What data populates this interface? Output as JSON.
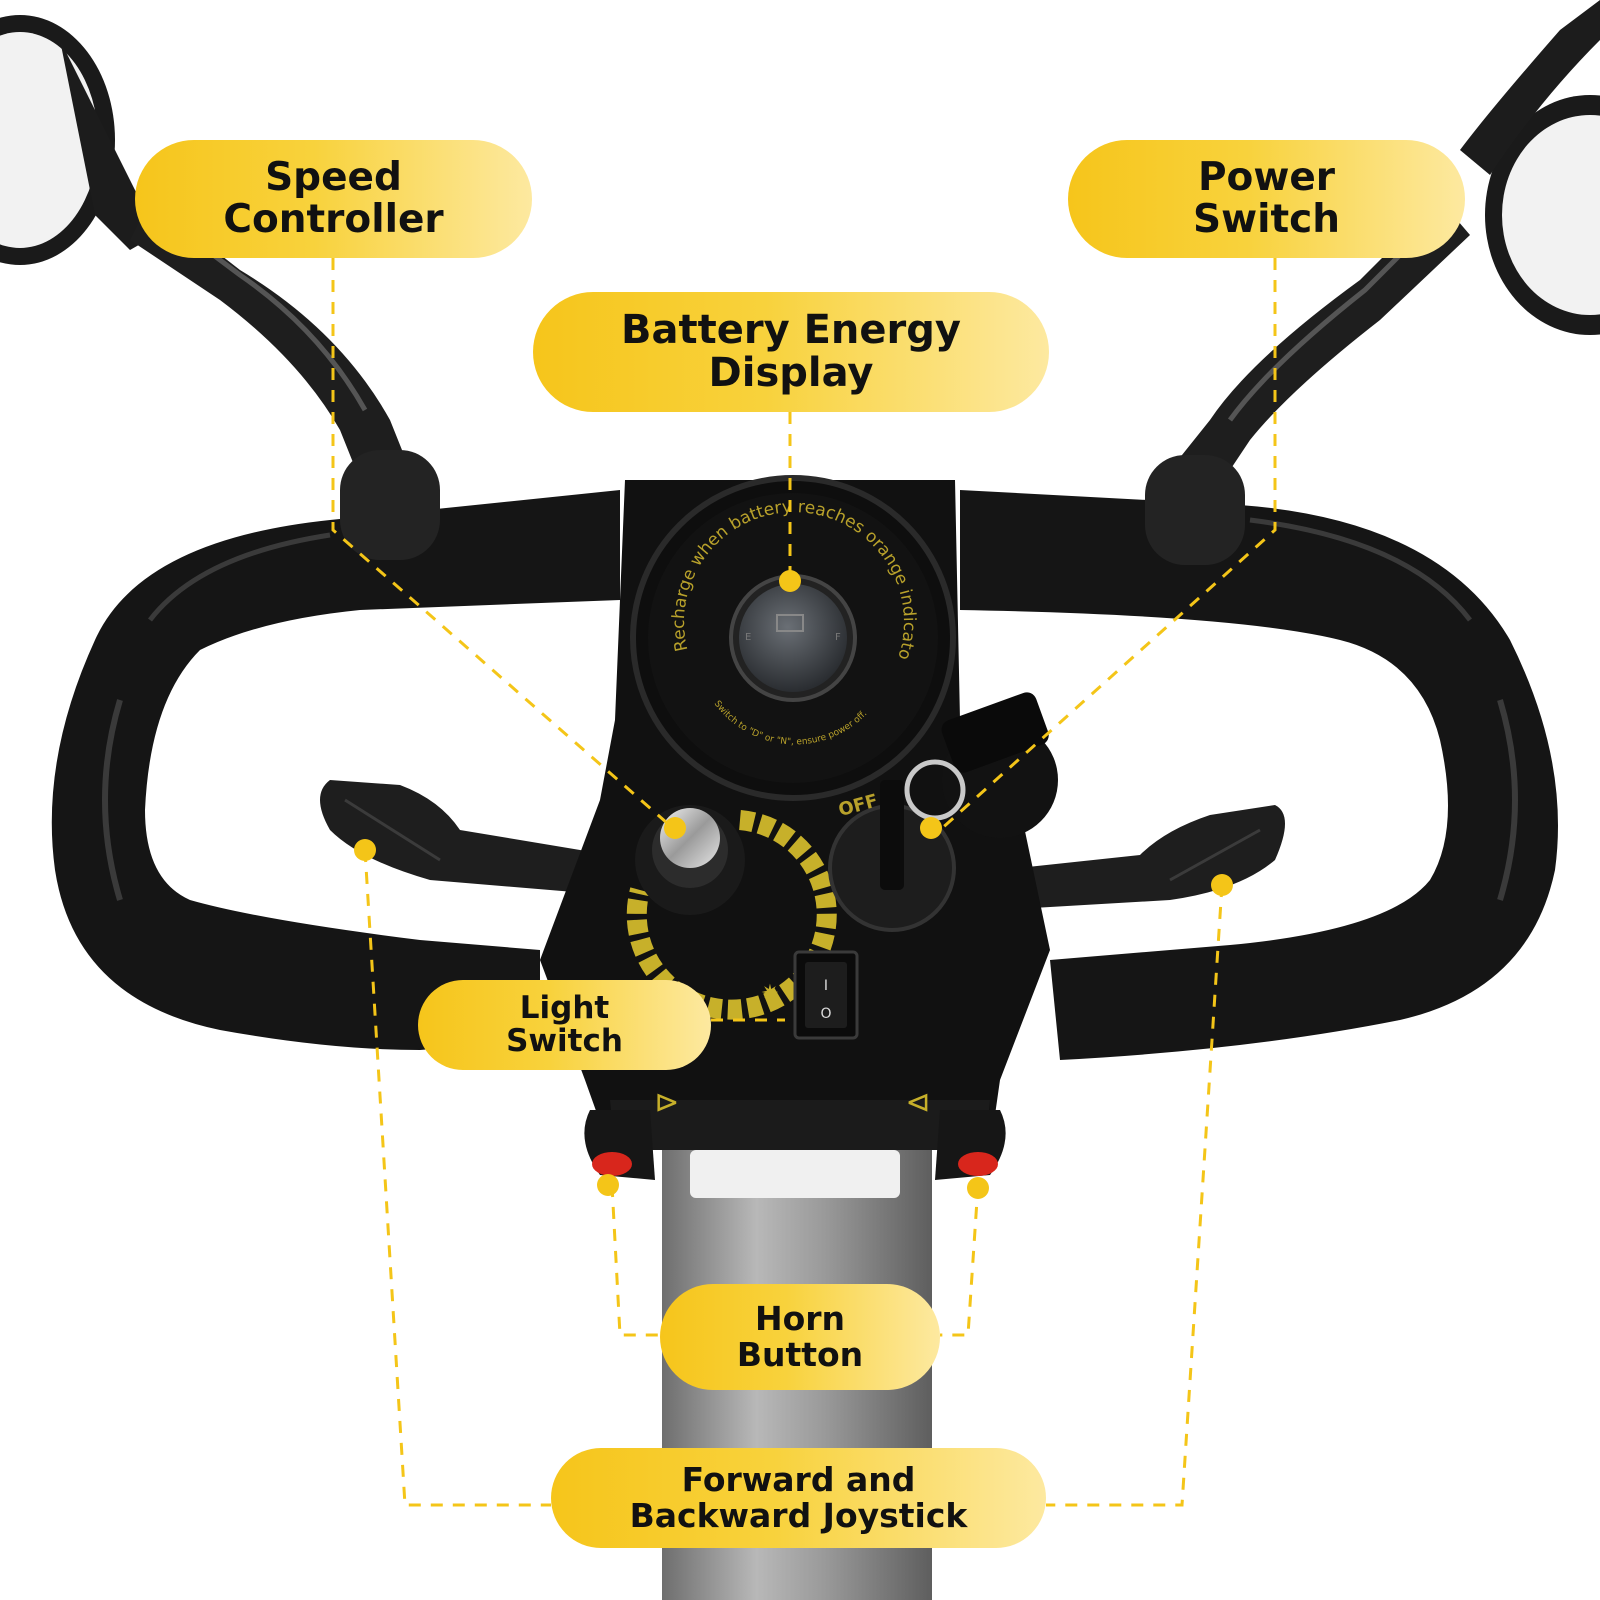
{
  "callouts": {
    "speed_controller": "Speed\nController",
    "power_switch": "Power\nSwitch",
    "battery_display": "Battery Energy\nDisplay",
    "light_switch": "Light\nSwitch",
    "horn_button": "Horn\nButton",
    "joystick": "Forward and\nBackward Joystick"
  },
  "device_text": {
    "dial_ring": "Recharge when battery reaches orange indicator.",
    "dial_note": "Switch to \"D\" or \"N\", ensure power off.",
    "off_mark": "OFF",
    "rocker_on": "I",
    "rocker_off": "O"
  },
  "colors": {
    "accent_yellow": "#f6c51b",
    "leader_line": "#f4c518",
    "body_black": "#141414",
    "post_gray": "#8c8c8c",
    "horn_red": "#d8261c"
  }
}
